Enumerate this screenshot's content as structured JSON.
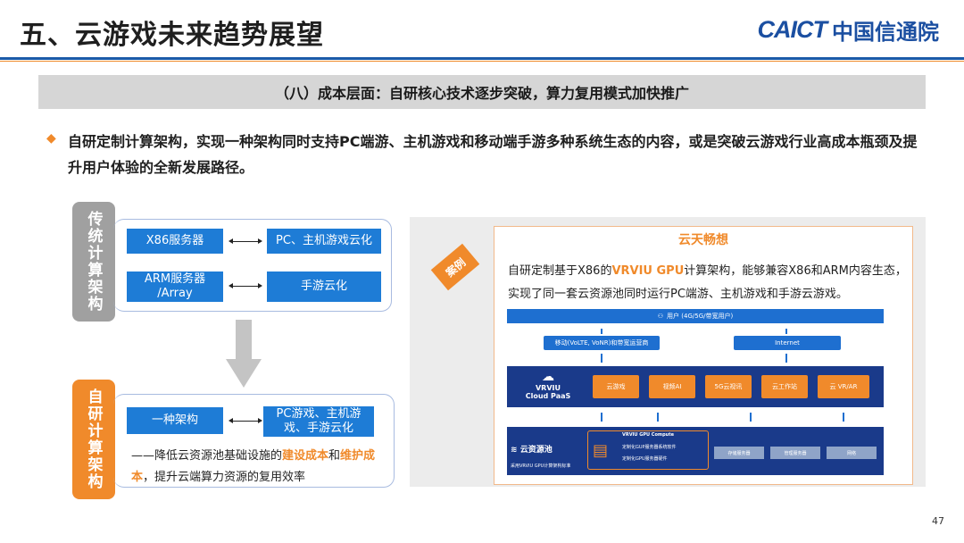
{
  "header": {
    "title": "五、云游戏未来趋势展望",
    "logo_en": "CAICT",
    "logo_cn": "中国信通院"
  },
  "banner": "（八）成本层面：自研核心技术逐步突破，算力复用模式加快推广",
  "paragraph": "自研定制计算架构，实现一种架构同时支持PC端游、主机游戏和移动端手游多种系统生态的内容，或是突破云游戏行业高成本瓶颈及提升用户体验的全新发展路径。",
  "traditional": {
    "label": "传统计算架构",
    "rows": [
      {
        "left": "X86服务器",
        "right": "PC、主机游戏云化"
      },
      {
        "left": "ARM服务器\n/Array",
        "right": "手游云化"
      }
    ]
  },
  "selfdev": {
    "label": "自研计算架构",
    "left": "一种架构",
    "right": "PC游戏、主机游戏、手游云化",
    "note_prefix": "——降低云资源池基础设施的",
    "note_h1": "建设成本",
    "note_mid": "和",
    "note_h2": "维护成本",
    "note_suffix": "，提升云端算力资源的复用效率"
  },
  "case": {
    "badge": "案例",
    "title": "云天畅想",
    "text_a": "自研定制基于X86的",
    "text_hl": "VRVIU GPU",
    "text_b": "计算架构，能够兼容X86和ARM内容生态，实现了同一套云资源池同时运行PC端游、主机游戏和手游云游戏。"
  },
  "diagram": {
    "users": "用户 (4G/5G/带宽用户)",
    "access1": "移动(VoLTE, VoNR)和带宽运营商",
    "access2": "Internet",
    "paas": "VRVIU Cloud PaaS",
    "services": [
      "云游戏",
      "视频AI",
      "5G云视讯",
      "云工作站",
      "云 VR/AR"
    ],
    "pool": "云资源池",
    "pool_sub": "采用VRVIU GPU计算架构标准",
    "compute": "VRVIU GPU Compute",
    "compute_items": [
      "定制化GUP服务器系统软件",
      "定制化GPU服务器硬件"
    ],
    "servers": [
      "存储服务器",
      "管理服务器",
      "网络"
    ]
  },
  "page": "47"
}
